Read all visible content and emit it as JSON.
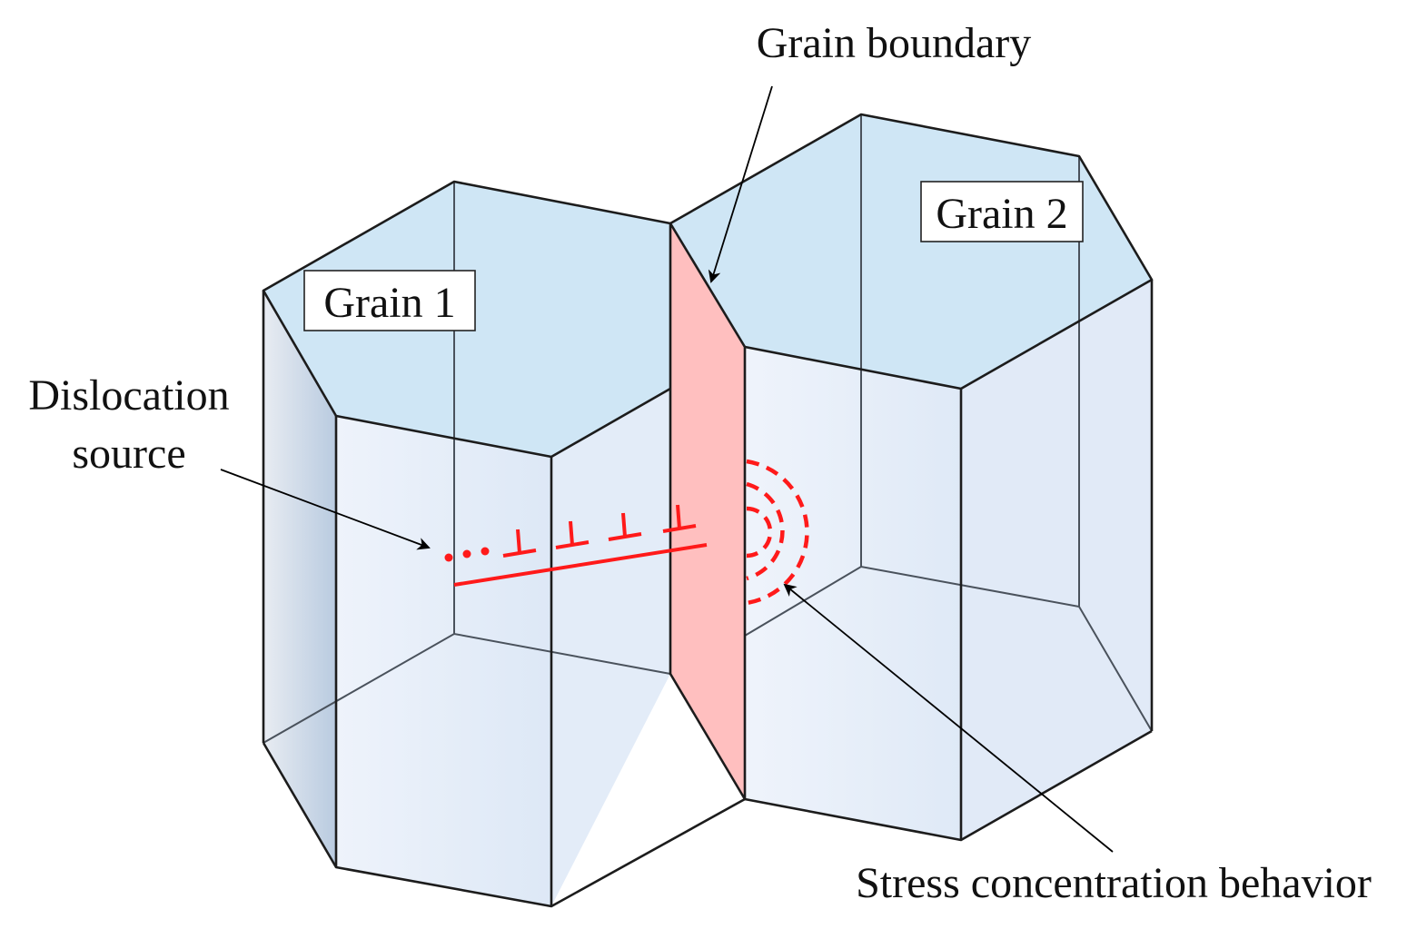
{
  "labels": {
    "grain_boundary": "Grain boundary",
    "grain1": "Grain 1",
    "grain2": "Grain 2",
    "dislocation_line1": "Dislocation",
    "dislocation_line2": "source",
    "stress": "Stress concentration behavior"
  },
  "colors": {
    "top_face": "#cfe6f5",
    "side_face": "#e6effa",
    "boundary_face": "#ffc0c0",
    "dislocation": "#ff1a1a",
    "edges": "#1c1c1c"
  },
  "icons": {
    "dislocation_symbol": "⊥"
  }
}
